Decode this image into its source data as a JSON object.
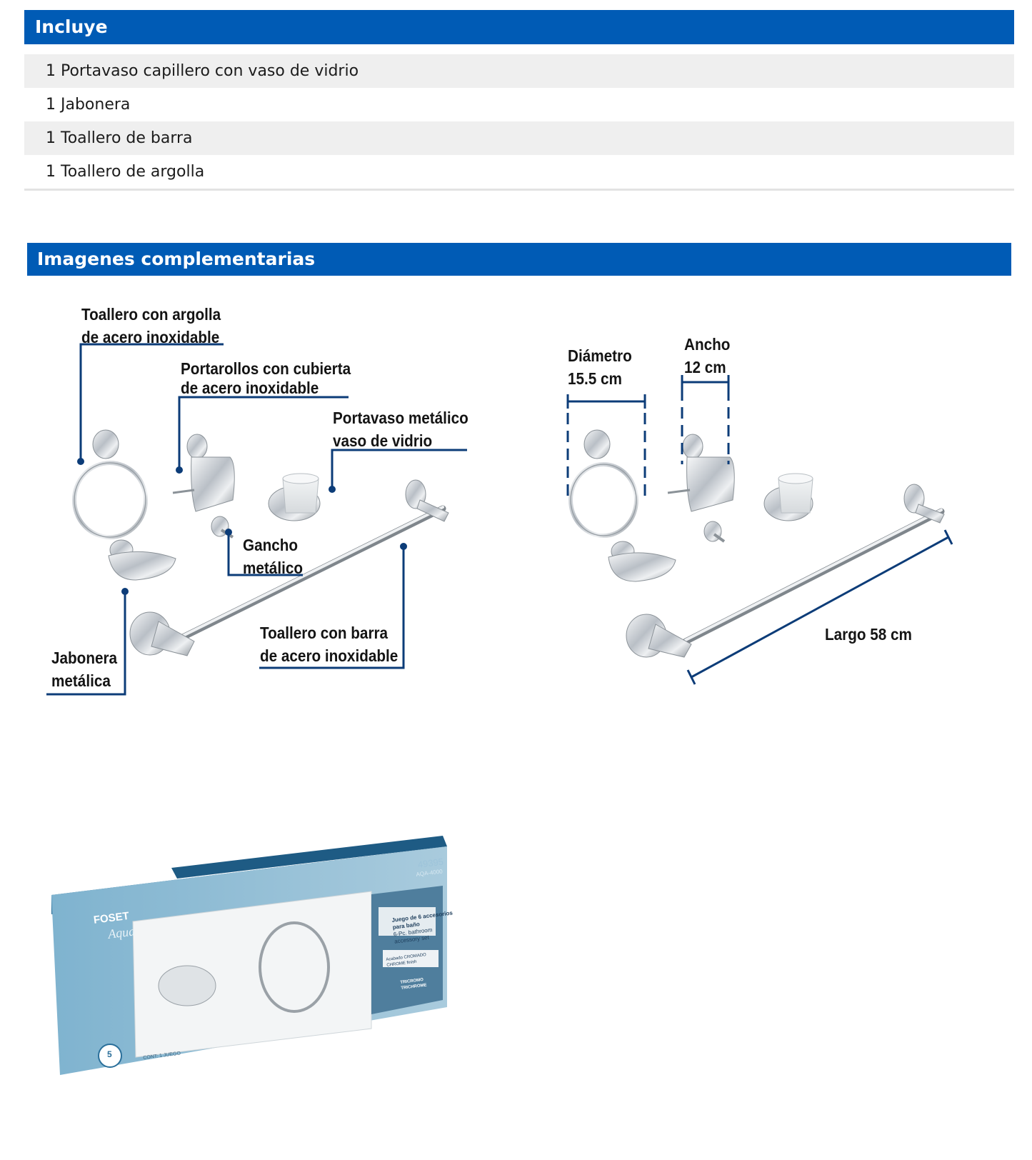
{
  "includes": {
    "title": "Incluye",
    "items": [
      "1 Portavaso capillero con vaso de vidrio",
      "1 Jabonera",
      "1 Toallero de barra",
      "1 Toallero de argolla"
    ]
  },
  "images": {
    "title": "Imagenes complementarias",
    "left_labels": {
      "ring": [
        "Toallero con argolla",
        "de acero inoxidable"
      ],
      "paper": [
        "Portarollos con cubierta",
        "de acero inoxidable"
      ],
      "cup": [
        "Portavaso metálico",
        "vaso de vidrio"
      ],
      "hook": [
        "Gancho",
        "metálico"
      ],
      "soap": [
        "Jabonera",
        "metálica"
      ],
      "bar": [
        "Toallero con barra",
        "de acero inoxidable"
      ]
    },
    "right_labels": {
      "diameter": [
        "Diámetro",
        "15.5 cm"
      ],
      "width": [
        "Ancho",
        "12 cm"
      ],
      "length": "Largo 58 cm"
    },
    "package": {
      "brand": "FOSET",
      "line": "Aqua",
      "code": "49395",
      "model": "AQA-4000",
      "desc_es": [
        "Juego de 6 accesorios",
        "para baño"
      ],
      "desc_en": [
        "6-Pc. bathroom",
        "accessory set"
      ],
      "finish": [
        "Acabado CROMADO",
        "CHROME finish"
      ],
      "tech": [
        "TRICROMO",
        "TRICHROME"
      ],
      "content": "CONT: 1 JUEGO",
      "warranty": "5"
    }
  },
  "colors": {
    "brand_blue": "#005bb5",
    "callout_blue": "#0c3c78",
    "chrome": "#c9ced3"
  }
}
